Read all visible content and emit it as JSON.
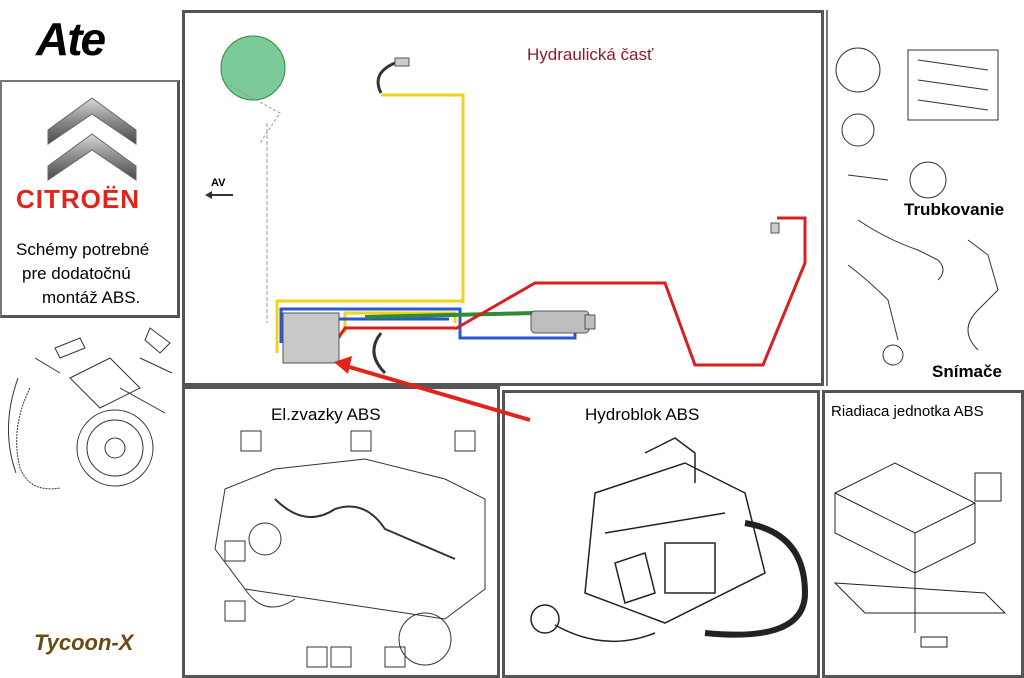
{
  "brand": {
    "ate_logo": "Ate",
    "citroen_logo": "CITROËN",
    "tycoon_logo": "Tycoon-X",
    "colors": {
      "citroen_red": "#e2231a",
      "chevron_gray": "#8a8a8a"
    }
  },
  "intro_text": {
    "line1": "Schémy potrebné",
    "line2": "pre dodatočnú",
    "line3": "montáž ABS."
  },
  "hydraulic": {
    "title": "Hydraulická časť",
    "av_label": "AV",
    "line_colors": {
      "yellow": "#f2d21b",
      "blue": "#2a56d4",
      "red": "#d81f1f",
      "green": "#2f8a3a",
      "gray": "#8a8a8a"
    }
  },
  "panels": {
    "trubkovanie": "Trubkovanie",
    "snimace": "Snímače",
    "elzvazky": "El.zvazky ABS",
    "hydroblok": "Hydroblok ABS",
    "riadiaca": "Riadiaca jednotka ABS"
  }
}
